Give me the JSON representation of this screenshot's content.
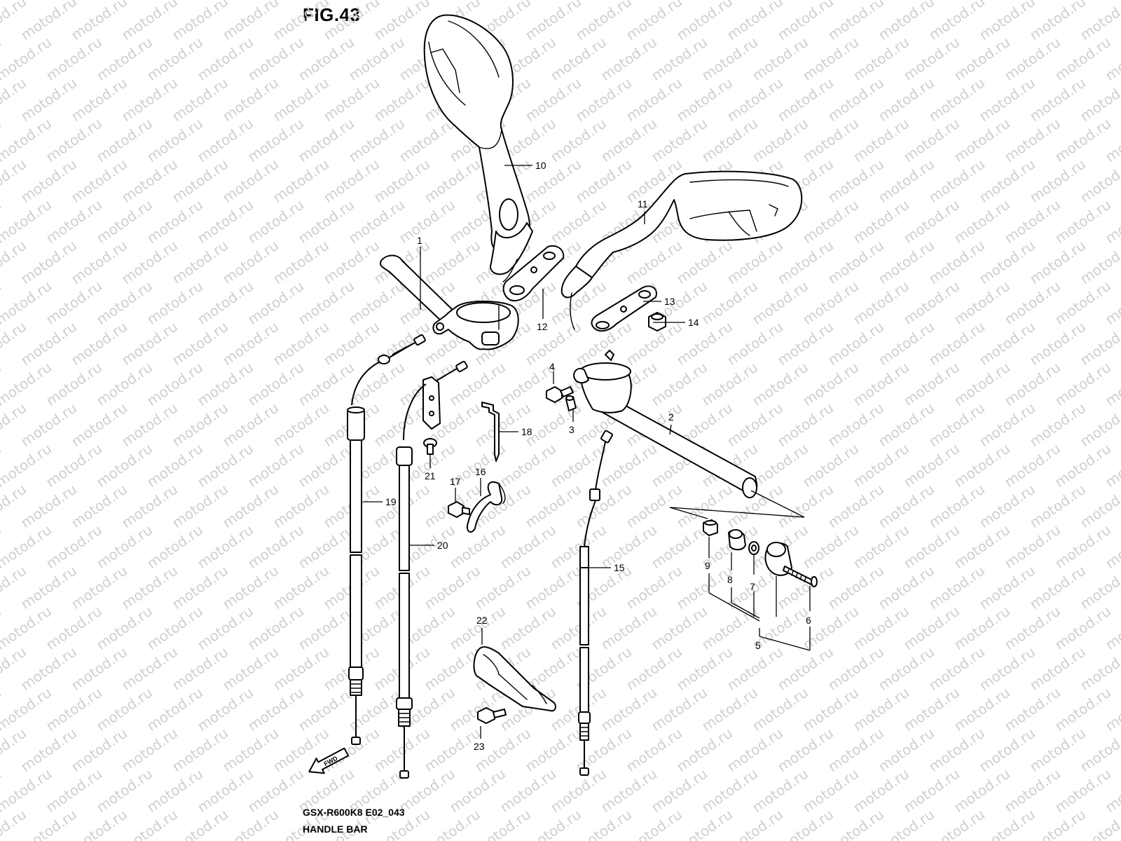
{
  "figure": {
    "title": "FIG.43",
    "model_code": "GSX-R600K8 E02_043",
    "section_name": "HANDLE BAR"
  },
  "watermark": {
    "text": "motod.ru"
  },
  "fwd_arrow": {
    "label": "FWD"
  },
  "parts": [
    {
      "number": "1",
      "icon": "handlebar-left"
    },
    {
      "number": "2",
      "icon": "handlebar-right"
    },
    {
      "number": "3",
      "icon": "dowel-pin"
    },
    {
      "number": "4",
      "icon": "clamp-bolt"
    },
    {
      "number": "5",
      "icon": "balancer-assembly"
    },
    {
      "number": "6",
      "icon": "balancer-screw"
    },
    {
      "number": "7",
      "icon": "washer"
    },
    {
      "number": "8",
      "icon": "damper"
    },
    {
      "number": "9",
      "icon": "balancer-nut"
    },
    {
      "number": "10",
      "icon": "mirror-left"
    },
    {
      "number": "11",
      "icon": "mirror-right"
    },
    {
      "number": "12",
      "icon": "mirror-bracket-left"
    },
    {
      "number": "13",
      "icon": "mirror-bracket-right"
    },
    {
      "number": "14",
      "icon": "nut"
    },
    {
      "number": "15",
      "icon": "clutch-cable"
    },
    {
      "number": "16",
      "icon": "cable-clamp"
    },
    {
      "number": "17",
      "icon": "bolt"
    },
    {
      "number": "18",
      "icon": "pin"
    },
    {
      "number": "19",
      "icon": "throttle-cable-pull"
    },
    {
      "number": "20",
      "icon": "throttle-cable-return"
    },
    {
      "number": "21",
      "icon": "screw"
    },
    {
      "number": "22",
      "icon": "cable-guide"
    },
    {
      "number": "23",
      "icon": "bolt"
    }
  ]
}
